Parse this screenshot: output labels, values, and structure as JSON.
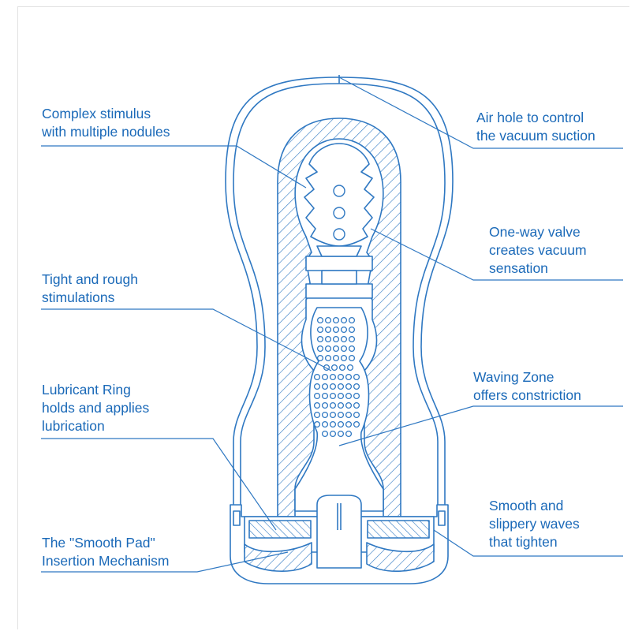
{
  "accent_color": "#1a69b8",
  "line_color": "#2f78c2",
  "labels": {
    "complex_stimulus": "Complex stimulus\nwith multiple nodules",
    "air_hole": "Air hole to control\nthe vacuum suction",
    "one_way_valve": "One-way valve\ncreates vacuum\nsensation",
    "tight_rough": "Tight and rough\nstimulations",
    "waving_zone": "Waving Zone\noffers constriction",
    "lubricant_ring": "Lubricant Ring\nholds and applies\nlubrication",
    "smooth_waves": "Smooth and\nslippery waves\nthat tighten",
    "smooth_pad": "The \"Smooth Pad\"\nInsertion Mechanism"
  }
}
